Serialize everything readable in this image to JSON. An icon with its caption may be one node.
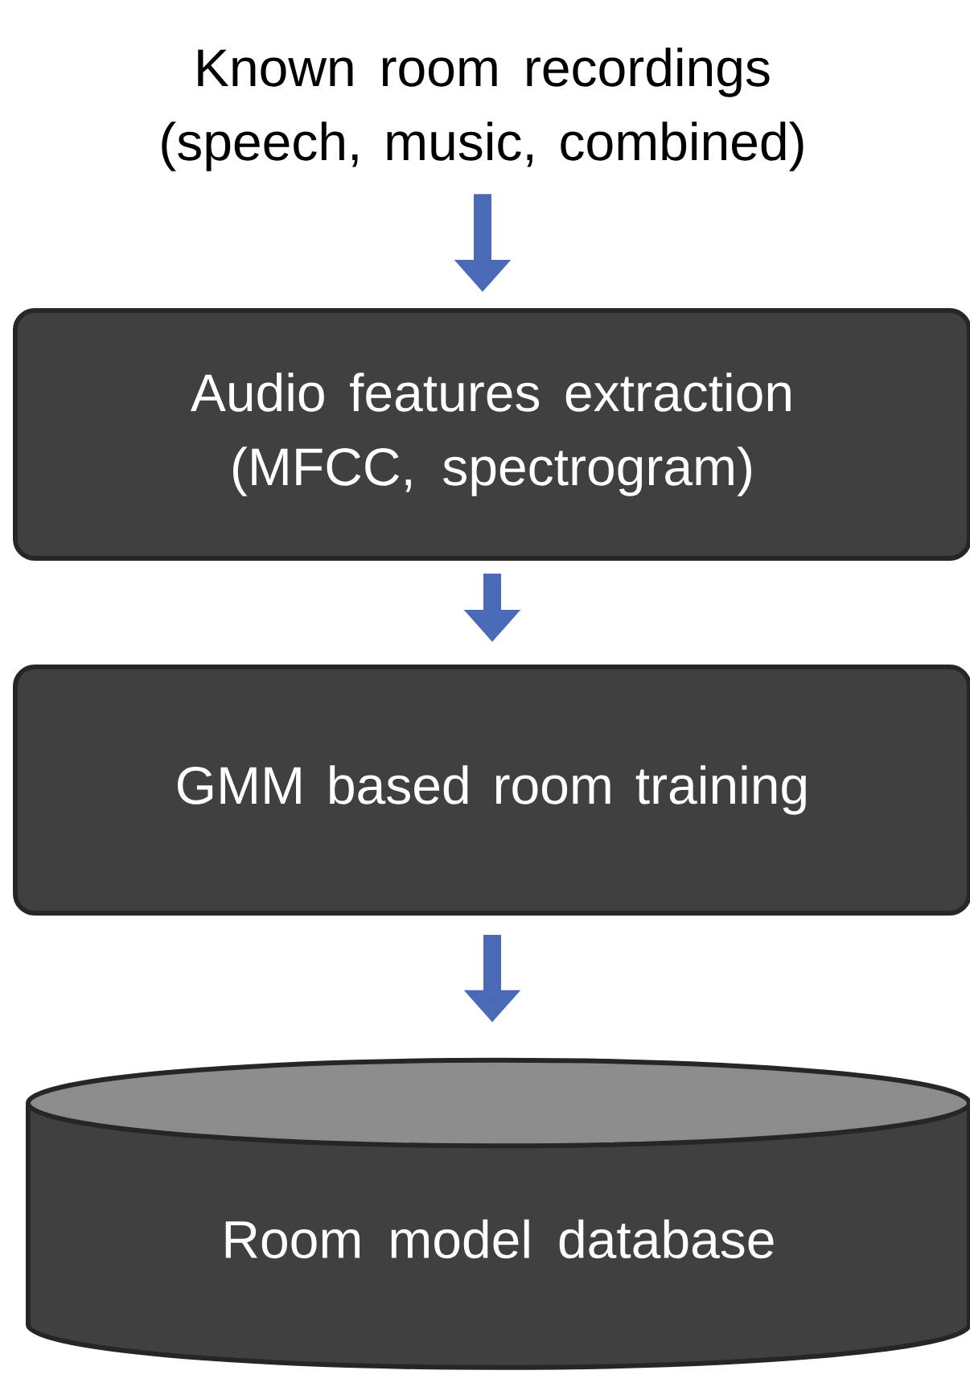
{
  "diagram": {
    "nodes": [
      {
        "text": [
          "Known room recordings (speech, music, combined)"
        ]
      },
      {
        "text": [
          "Audio features extraction (MFCC, spectrogram)"
        ]
      },
      {
        "text": [
          "GMM based room training"
        ]
      },
      {
        "text": [
          "Room model database"
        ]
      }
    ],
    "edges": [
      {
        "from": 0,
        "to": 1,
        "arrow": "to"
      },
      {
        "from": 1,
        "to": 2,
        "arrow": "to"
      },
      {
        "from": 2,
        "to": 3,
        "arrow": "to"
      }
    ]
  }
}
